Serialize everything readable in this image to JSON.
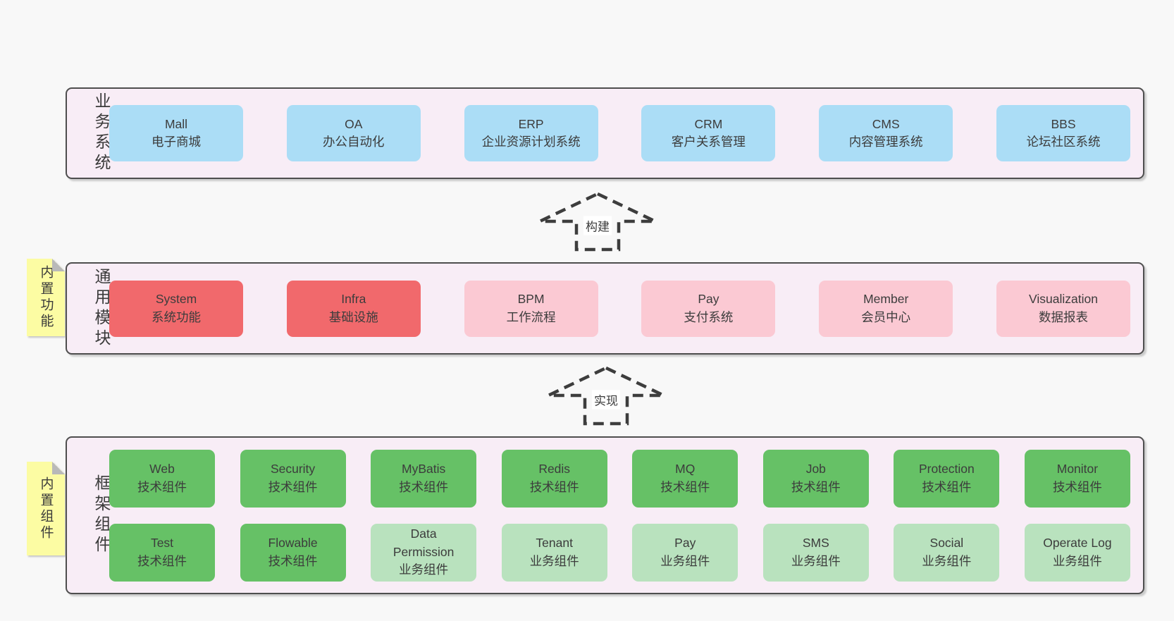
{
  "diagram": {
    "layers": {
      "business": {
        "label": "业务系统",
        "boxes": [
          {
            "name": "Mall",
            "desc": "电子商城"
          },
          {
            "name": "OA",
            "desc": "办公自动化"
          },
          {
            "name": "ERP",
            "desc": "企业资源计划系统"
          },
          {
            "name": "CRM",
            "desc": "客户关系管理"
          },
          {
            "name": "CMS",
            "desc": "内容管理系统"
          },
          {
            "name": "BBS",
            "desc": "论坛社区系统"
          }
        ]
      },
      "modules": {
        "label": "通用模块",
        "note": "内置功能",
        "boxes": [
          {
            "name": "System",
            "desc": "系统功能"
          },
          {
            "name": "Infra",
            "desc": "基础设施"
          },
          {
            "name": "BPM",
            "desc": "工作流程"
          },
          {
            "name": "Pay",
            "desc": "支付系统"
          },
          {
            "name": "Member",
            "desc": "会员中心"
          },
          {
            "name": "Visualization",
            "desc": "数据报表"
          }
        ]
      },
      "framework": {
        "label": "框架组件",
        "note": "内置组件",
        "row1": [
          {
            "name": "Web",
            "desc": "技术组件"
          },
          {
            "name": "Security",
            "desc": "技术组件"
          },
          {
            "name": "MyBatis",
            "desc": "技术组件"
          },
          {
            "name": "Redis",
            "desc": "技术组件"
          },
          {
            "name": "MQ",
            "desc": "技术组件"
          },
          {
            "name": "Job",
            "desc": "技术组件"
          },
          {
            "name": "Protection",
            "desc": "技术组件"
          },
          {
            "name": "Monitor",
            "desc": "技术组件"
          }
        ],
        "row2": [
          {
            "name": "Test",
            "desc": "技术组件"
          },
          {
            "name": "Flowable",
            "desc": "技术组件"
          },
          {
            "name": "Data Permission",
            "desc": "业务组件"
          },
          {
            "name": "Tenant",
            "desc": "业务组件"
          },
          {
            "name": "Pay",
            "desc": "业务组件"
          },
          {
            "name": "SMS",
            "desc": "业务组件"
          },
          {
            "name": "Social",
            "desc": "业务组件"
          },
          {
            "name": "Operate Log",
            "desc": "业务组件"
          }
        ]
      }
    },
    "arrows": {
      "build": {
        "label": "构建"
      },
      "implement": {
        "label": "实现"
      }
    },
    "colors": {
      "page_bg": "#f8f8f8",
      "container_bg": "#F8EDF6",
      "container_border": "#4E4E4E",
      "blue_box": "#ABDDF6",
      "red_box": "#F1696C",
      "pink_box": "#FBC9D3",
      "green_dark_box": "#66C166",
      "green_light_box": "#B9E2BE",
      "note_yellow": "#FCFCA3",
      "note_fold": "#B9B9B9"
    }
  }
}
